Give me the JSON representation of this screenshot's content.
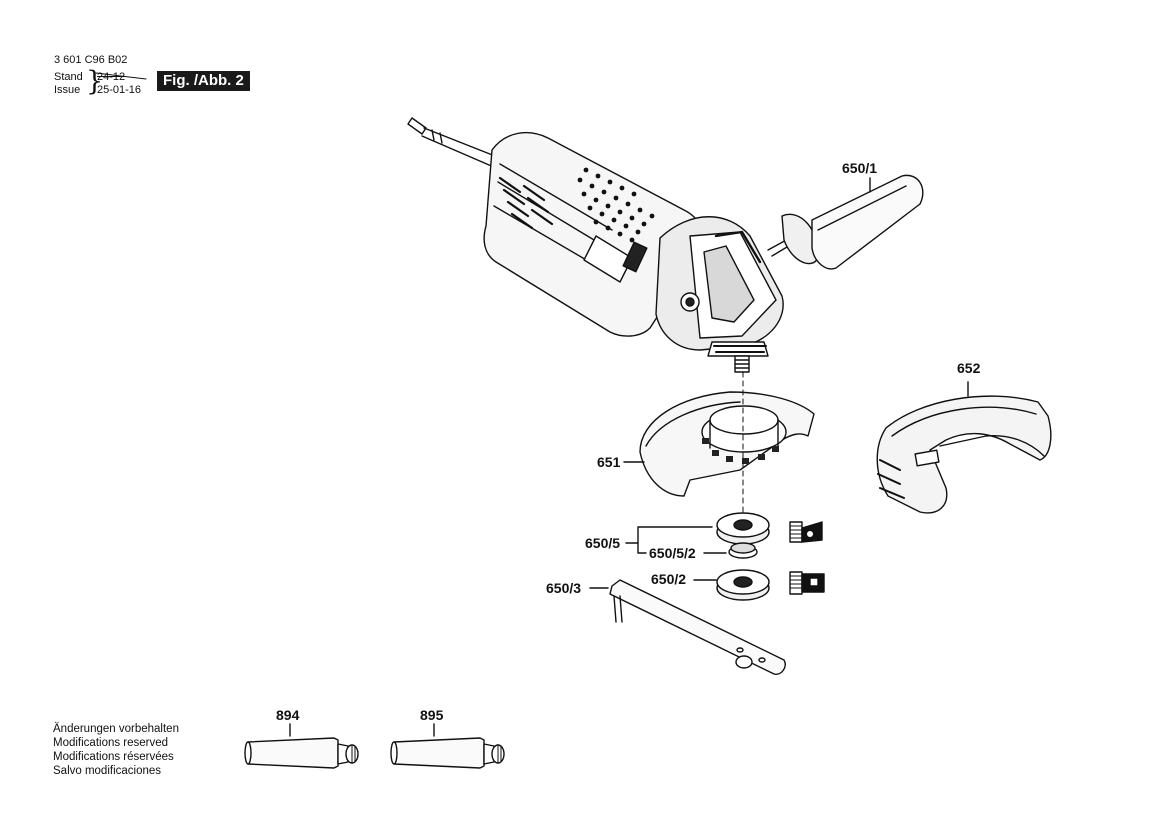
{
  "header": {
    "doc_number": "3 601 C96 B02",
    "stand_label": "Stand",
    "issue_label": "Issue",
    "old_date": "24-12",
    "new_date": "25-01-16",
    "figure": "Fig. /Abb. 2"
  },
  "parts": {
    "p650_1": "650/1",
    "p652": "652",
    "p651": "651",
    "p650_5": "650/5",
    "p650_5_2": "650/5/2",
    "p650_2": "650/2",
    "p650_3": "650/3",
    "p894": "894",
    "p895": "895"
  },
  "notes": [
    "Änderungen vorbehalten",
    "Modifications reserved",
    "Modifications réservées",
    "Salvo modificaciones"
  ]
}
